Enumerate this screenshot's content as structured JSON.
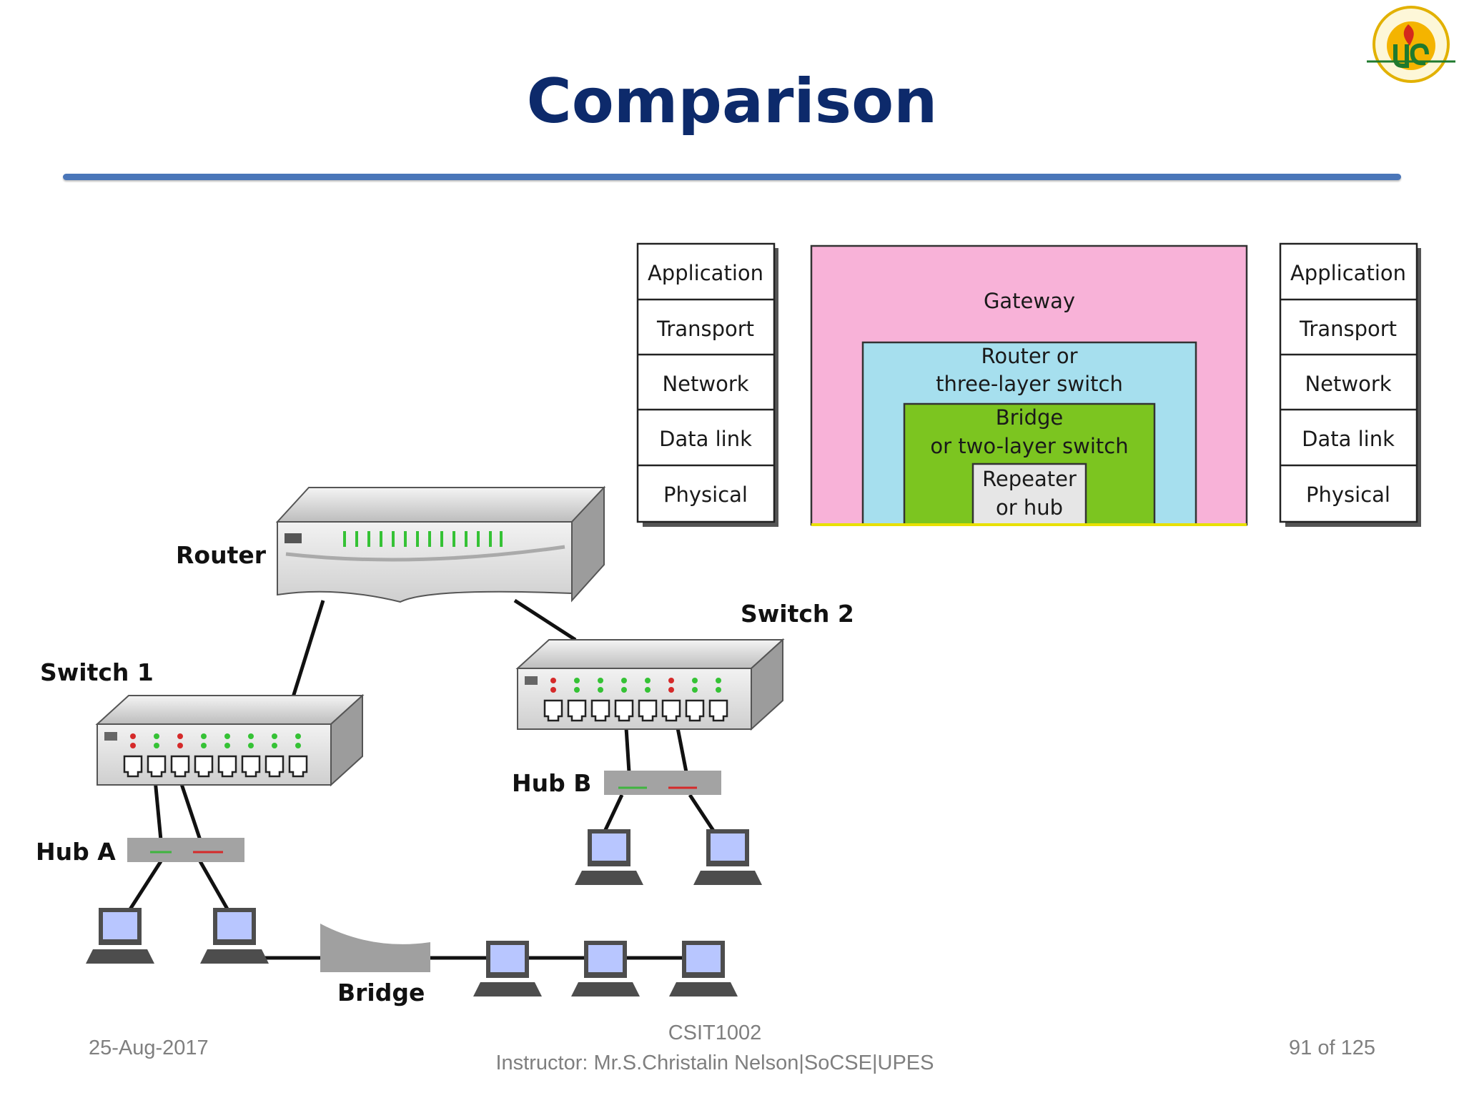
{
  "slide": {
    "title": "Comparison"
  },
  "layers_left": [
    "Application",
    "Transport",
    "Network",
    "Data link",
    "Physical"
  ],
  "layers_right": [
    "Application",
    "Transport",
    "Network",
    "Data link",
    "Physical"
  ],
  "devices_nested": {
    "gateway": "Gateway",
    "router_line1": "Router or",
    "router_line2": "three-layer switch",
    "bridge_line1": "Bridge",
    "bridge_line2": "or two-layer switch",
    "repeater_line1": "Repeater",
    "repeater_line2": "or hub"
  },
  "topology_labels": {
    "router": "Router",
    "switch1": "Switch 1",
    "switch2": "Switch 2",
    "hub_a": "Hub A",
    "hub_b": "Hub B",
    "bridge": "Bridge"
  },
  "colors": {
    "title": "#0d2a6b",
    "rule": "#4a76b9",
    "gateway": "#f8b2d8",
    "router": "#a6dfee",
    "bridge": "#7cc520",
    "repeater": "#e6e6e6"
  },
  "footer": {
    "date": "25-Aug-2017",
    "course": "CSIT1002",
    "instructor": "Instructor: Mr.S.Christalin Nelson|SoCSE|UPES",
    "page": "91 of 125"
  }
}
